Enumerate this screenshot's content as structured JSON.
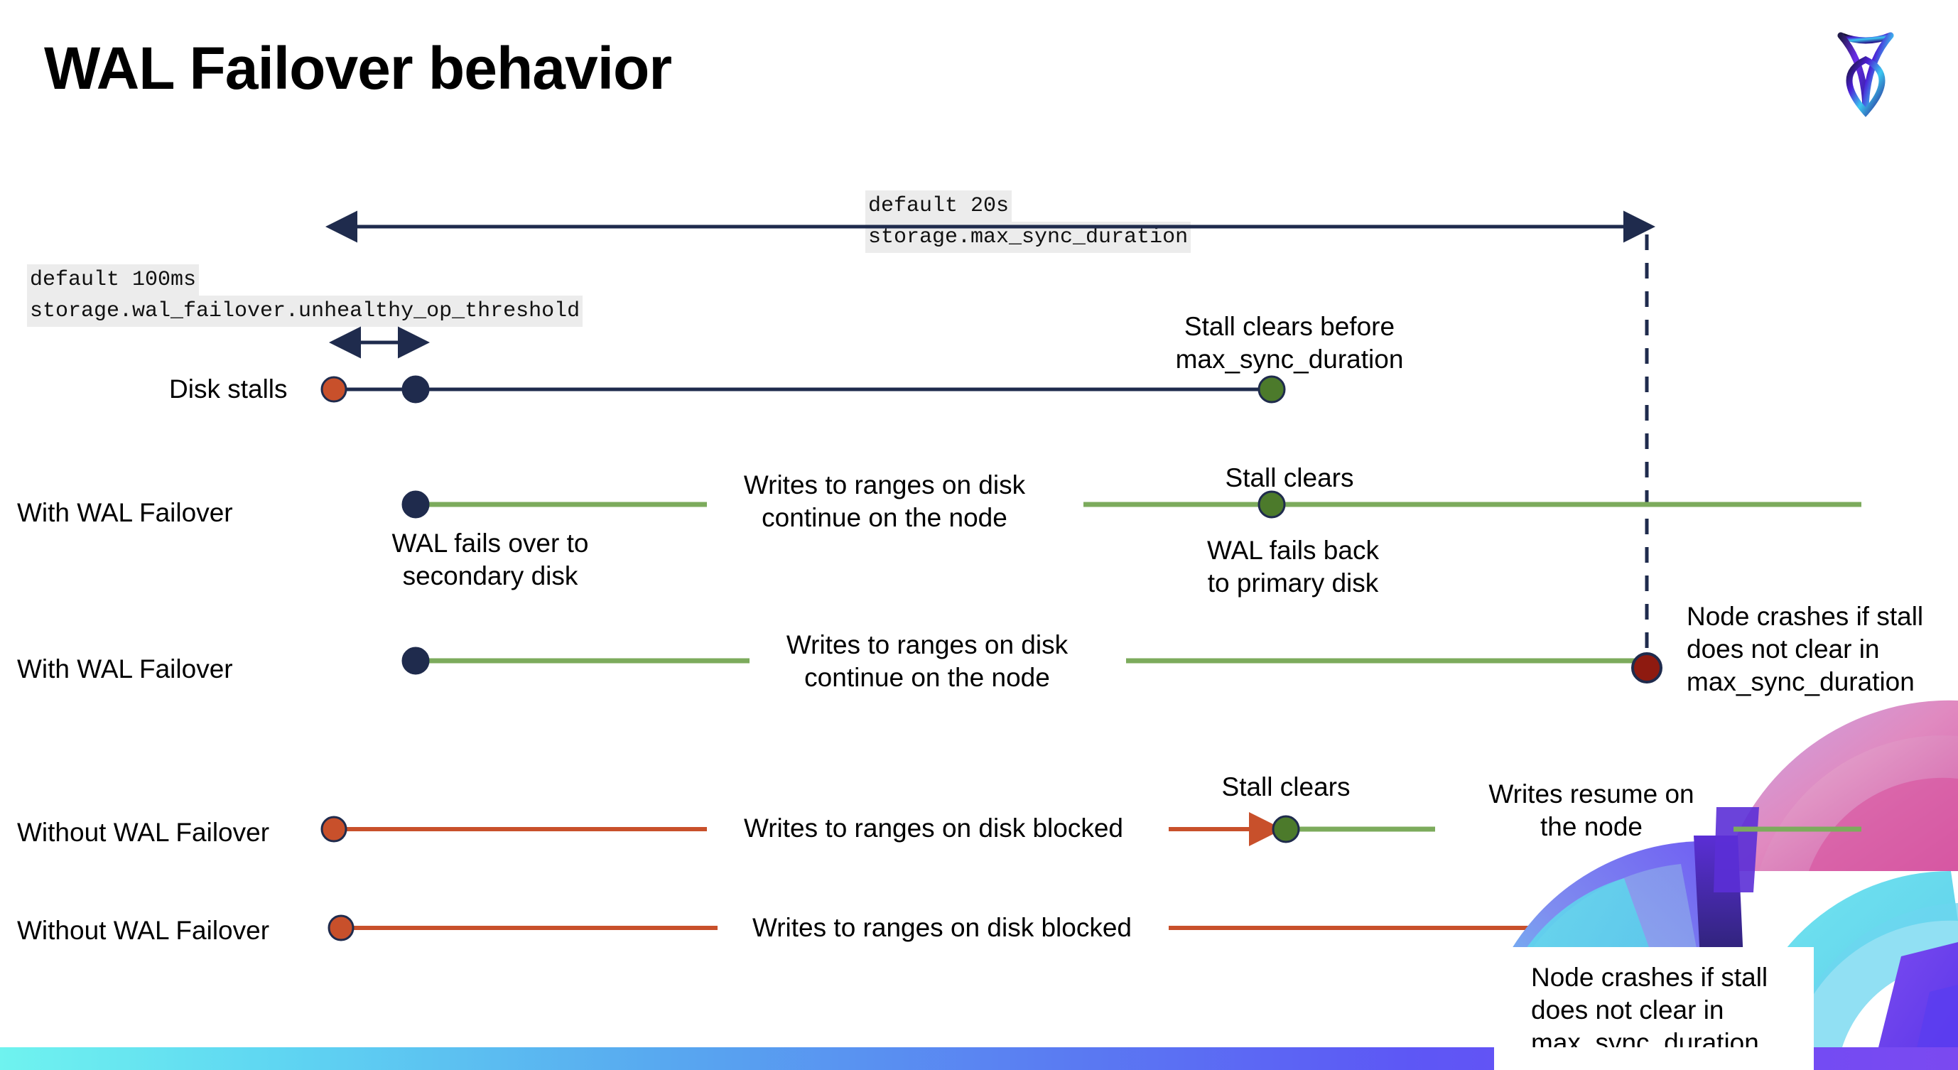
{
  "slide": {
    "title": "WAL Failover behavior",
    "logo_name": "cockroachdb-logo"
  },
  "settings": {
    "max_sync": {
      "default": "default 20s",
      "name": "storage.max_sync_duration"
    },
    "unhealthy_op": {
      "default": "default 100ms",
      "name": "storage.wal_failover.unhealthy_op_threshold"
    }
  },
  "rows": [
    {
      "id": "disk-stalls",
      "label": "Disk stalls"
    },
    {
      "id": "with-wal-failover-1",
      "label": "With WAL Failover"
    },
    {
      "id": "with-wal-failover-2",
      "label": "With WAL Failover"
    },
    {
      "id": "without-wal-failover-1",
      "label": "Without WAL Failover"
    },
    {
      "id": "without-wal-failover-2",
      "label": "Without WAL Failover"
    }
  ],
  "callouts": {
    "stall_clears_before": "Stall clears before\nmax_sync_duration",
    "stall_clears_row2": "Stall clears",
    "wal_fails_over": "WAL fails over to\nsecondary disk",
    "writes_continue_row2": "Writes to ranges on disk\ncontinue on the node",
    "wal_fails_back": "WAL fails  back\nto primary disk",
    "writes_continue_row3": "Writes to ranges on disk\ncontinue on the node",
    "node_crashes_row3": "Node crashes if stall\ndoes not clear in\nmax_sync_duration",
    "writes_blocked_row4": "Writes to ranges on disk  blocked",
    "stall_clears_row4": "Stall clears",
    "writes_resume_row4": "Writes resume on\nthe node",
    "writes_blocked_row5": "Writes to ranges on disk  blocked",
    "node_crashes_row5": "Node crashes if stall\ndoes not clear in\nmax_sync_duration"
  },
  "colors": {
    "navy": "#1F2B4D",
    "green_line": "#7CAB5C",
    "green_dot": "#4C7A2B",
    "orange": "#C8502B",
    "dark_red": "#8E1A10",
    "code_bg": "#ececec"
  }
}
